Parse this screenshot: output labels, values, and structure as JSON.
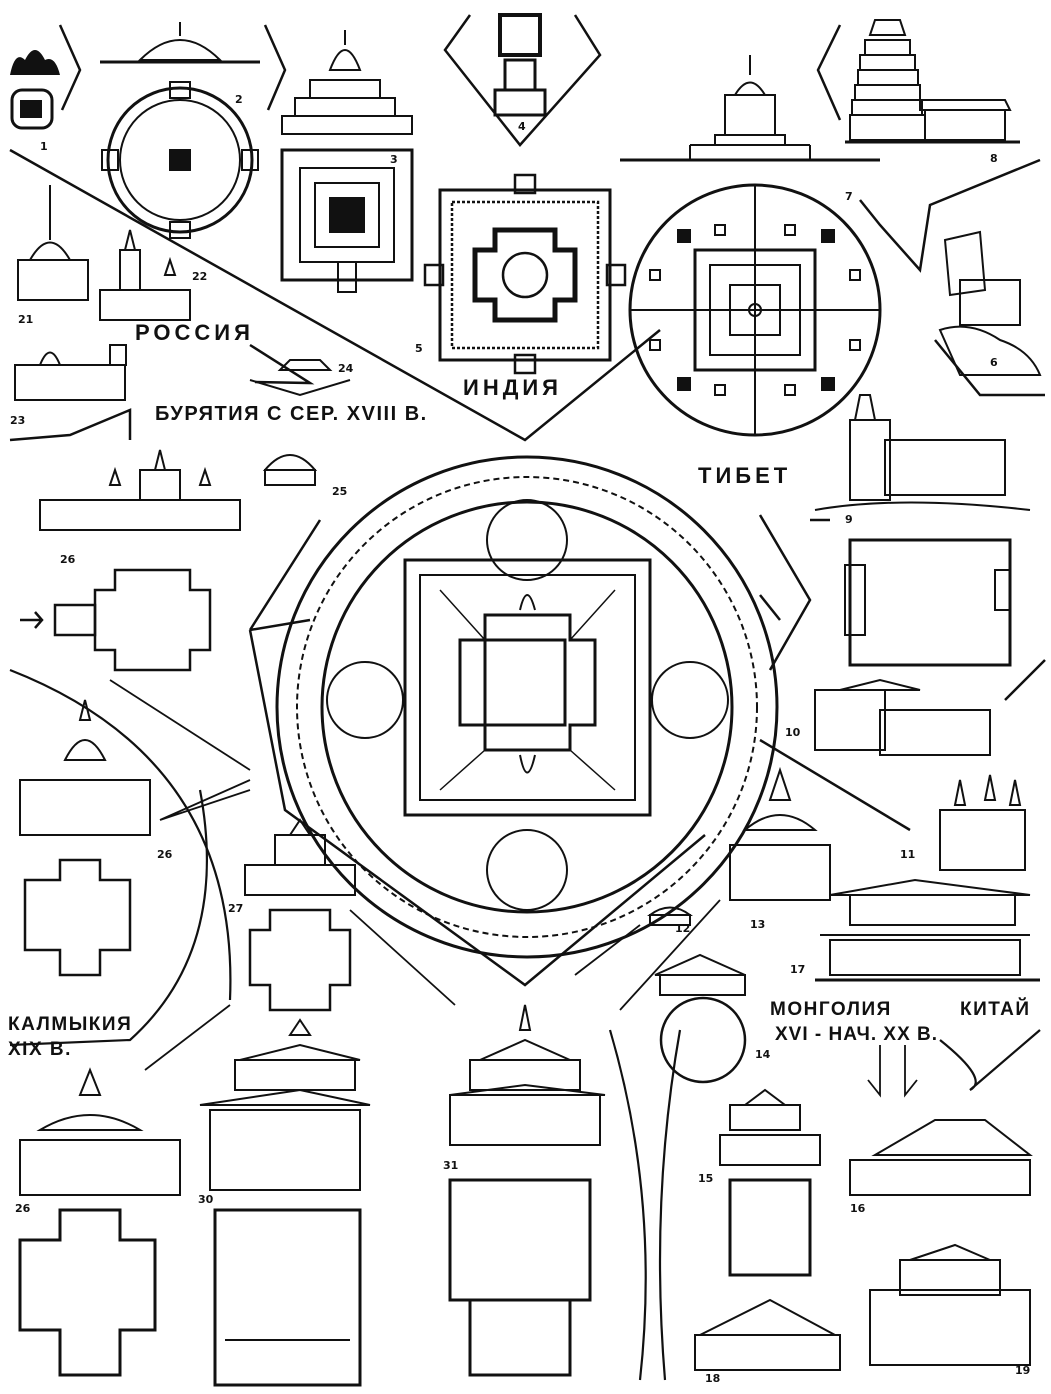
{
  "regions": {
    "russia": "РОССИЯ",
    "india": "ИНДИЯ",
    "tibet": "ТИБЕТ",
    "buryatia": "БУРЯТИЯ С СЕР. XVIII В.",
    "kalmykia_1": "КАЛМЫКИЯ",
    "kalmykia_2": "XIX В.",
    "mongolia_1": "МОНГОЛИЯ",
    "mongolia_2": "XVI - НАЧ. XX В.",
    "china": "КИТАЙ"
  },
  "figure_numbers": {
    "n1": "1",
    "n2": "2",
    "n3": "3",
    "n4": "4",
    "n5": "5",
    "n6": "6",
    "n7": "7",
    "n8": "8",
    "n9": "9",
    "n10": "10",
    "n11": "11",
    "n12": "12",
    "n13": "13",
    "n14": "14",
    "n15": "15",
    "n16": "16",
    "n17": "17",
    "n18": "18",
    "n19": "19",
    "n21": "21",
    "n22": "22",
    "n23": "23",
    "n24": "24",
    "n25": "25",
    "n26a": "26",
    "n26b": "26",
    "n26c": "26",
    "n27": "27",
    "n30": "30",
    "n31": "31"
  },
  "colors": {
    "ink": "#111111",
    "paper": "#ffffff"
  },
  "icons": {
    "direction_marker": "arrow-icon"
  }
}
